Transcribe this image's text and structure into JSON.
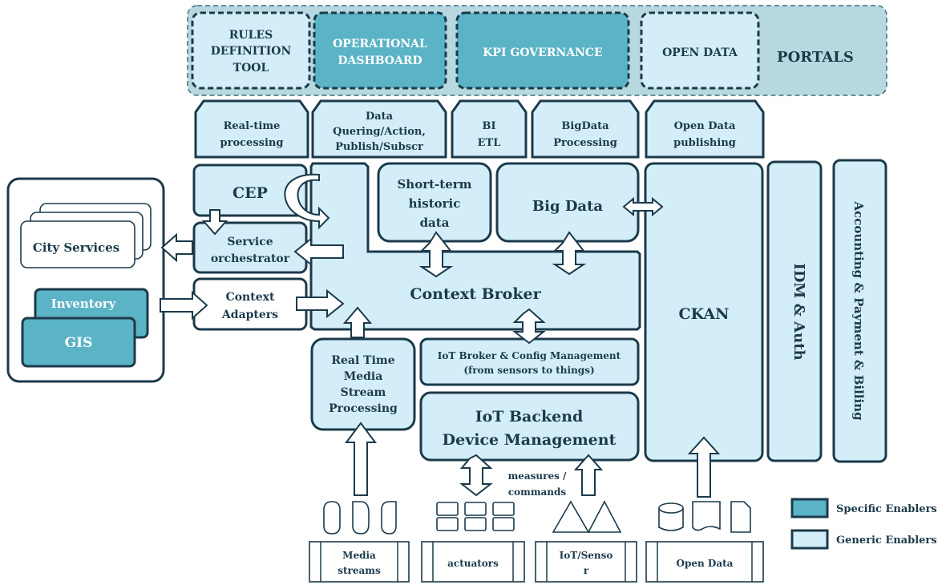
{
  "portals": {
    "rules": [
      "RULES",
      "DEFINITION",
      "TOOL"
    ],
    "dashboard": [
      "OPERATIONAL",
      "DASHBOARD"
    ],
    "kpi": "KPI GOVERNANCE",
    "open_data": "OPEN DATA",
    "title": "PORTALS"
  },
  "tabs": {
    "realtime": [
      "Real-time",
      "processing"
    ],
    "data_query": [
      "Data",
      "Quering/Action,",
      "Publish/Subscr"
    ],
    "bi": [
      "BI",
      "ETL"
    ],
    "bigdata_proc": [
      "BigData",
      "Processing"
    ],
    "open_pub": [
      "Open Data",
      "publishing"
    ]
  },
  "blocks": {
    "cep": "CEP",
    "service_orch": [
      "Service",
      "orchestrator"
    ],
    "context_adapters": [
      "Context",
      "Adapters"
    ],
    "short_term": [
      "Short-term",
      "historic",
      "data"
    ],
    "big_data": "Big Data",
    "context_broker": "Context Broker",
    "iot_broker": [
      "IoT Broker & Config Management",
      "(from sensors to things)"
    ],
    "iot_backend": [
      "IoT Backend",
      "Device Management"
    ],
    "realtime_media": [
      "Real Time",
      "Media",
      "Stream",
      "Processing"
    ],
    "ckan": "CKAN",
    "idm": "IDM & Auth",
    "accounting": "Accounting & Payment & Billing"
  },
  "left_panel": {
    "city_services": "City Services",
    "inventory": "Inventory",
    "gis": "GIS"
  },
  "bottom": {
    "measures": [
      "measures /",
      "commands"
    ],
    "media": [
      "Media",
      "streams"
    ],
    "actuators": "actuators",
    "iot_sensor": [
      "IoT/Senso",
      "r"
    ],
    "open_data": "Open Data"
  },
  "legend": {
    "specific": "Specific Enablers",
    "generic": "Generic Enablers"
  },
  "colors": {
    "generic_fill": "#d3eef8",
    "specific_fill": "#5bb3c6",
    "outline": "#1b3a4b",
    "portals_band": "#b7d8df"
  }
}
